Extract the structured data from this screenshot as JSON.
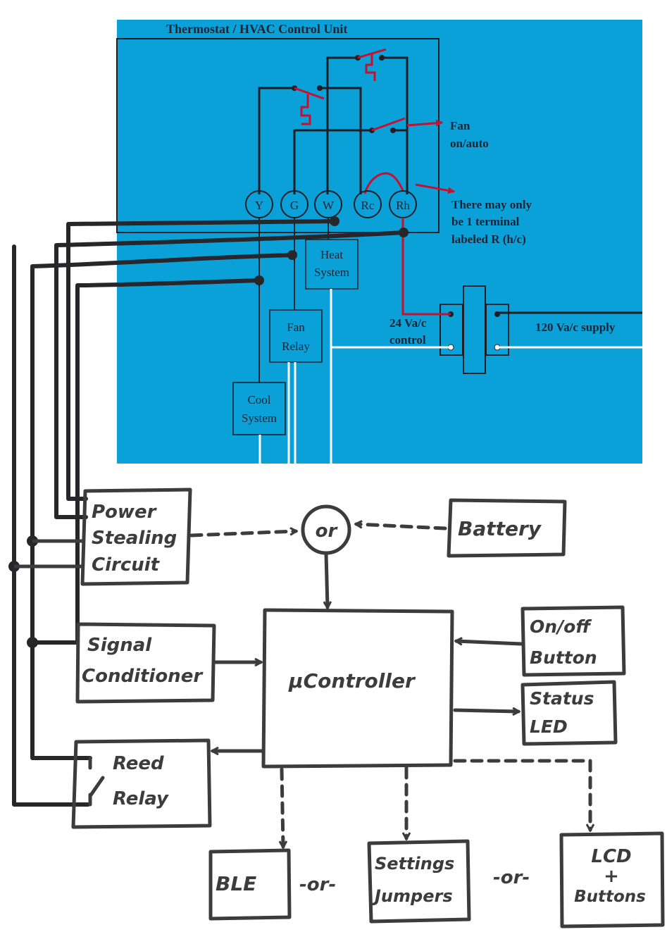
{
  "hvac": {
    "title": "Thermostat / HVAC Control Unit",
    "terminals": [
      "Y",
      "G",
      "W",
      "Rc",
      "Rh"
    ],
    "fan_note_1": "Fan",
    "fan_note_2": "on/auto",
    "r_note_1": "There may only",
    "r_note_2": "be 1 terminal",
    "r_note_3": "labeled R (h/c)",
    "heat_1": "Heat",
    "heat_2": "System",
    "fan_relay_1": "Fan",
    "fan_relay_2": "Relay",
    "cool_1": "Cool",
    "cool_2": "System",
    "control_1": "24 Va/c",
    "control_2": "control",
    "supply": "120 Va/c supply"
  },
  "blocks": {
    "power_1": "Power",
    "power_2": "Stealing",
    "power_3": "Circuit",
    "or_gate": "or",
    "battery": "Battery",
    "signal_1": "Signal",
    "signal_2": "Conditioner",
    "controller": "μController",
    "onoff_1": "On/off",
    "onoff_2": "Button",
    "status_1": "Status",
    "status_2": "LED",
    "reed_1": "Reed",
    "reed_2": "Relay",
    "ble": "BLE",
    "or_1": "-or-",
    "settings_1": "Settings",
    "settings_2": "Jumpers",
    "or_2": "-or-",
    "lcd_1": "LCD",
    "lcd_2": "+",
    "lcd_3": "Buttons"
  },
  "colors": {
    "panel": "#0aa0d8",
    "wire": "#1e1e24",
    "red": "#c8102e",
    "pen": "#3c3c3c"
  }
}
